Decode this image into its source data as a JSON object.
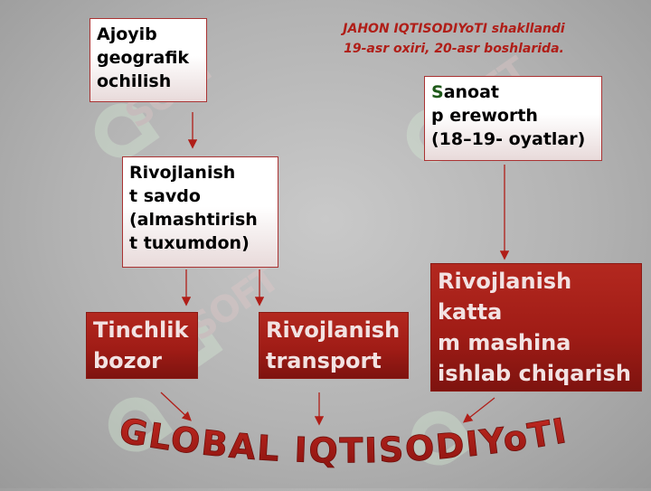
{
  "note": {
    "line1": "JAHON IQTISODIYoTI shakllandi",
    "line2": "19-asr oxiri, 20-asr boshlarida."
  },
  "boxes": {
    "ajoyib": "Ajoyib\ngeografik\nochilish",
    "rivojlanish_savdo": "Rivojlanish\nt savdo\n(almashtirish\nt tuxumdon)",
    "sanoat_first": "S",
    "sanoat_rest": "anoat\np ereworth\n(18–19- oyatlar)",
    "tinchlik": "Tinchlik\nbozor",
    "transport": "Rivojlanish\ntransport",
    "mashina": "Rivojlanish\nkatta\nm mashina\nishlab chiqarish"
  },
  "title": "GLOBAL IQTISODIYoTI",
  "watermark": "SOFT",
  "colors": {
    "accent_red": "#b01e18",
    "dark_box": "#a01c16",
    "green_letter": "#1f5a1a",
    "background": "#b3b3b3"
  }
}
